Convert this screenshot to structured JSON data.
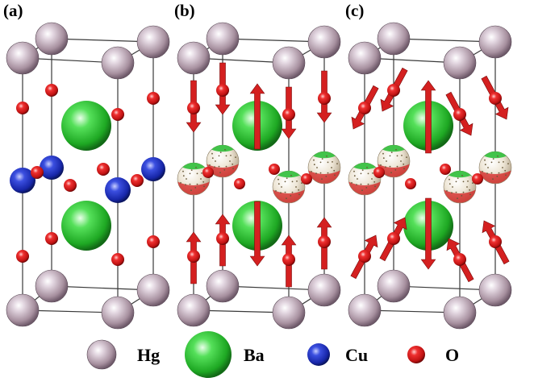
{
  "panels": [
    {
      "label": "(a)",
      "mode": "static"
    },
    {
      "label": "(b)",
      "mode": "vertical-arrows"
    },
    {
      "label": "(c)",
      "mode": "tilted-arrows"
    }
  ],
  "legend": [
    {
      "label": "Hg",
      "icon": "hg-atom-icon",
      "color": "#b9a4b6"
    },
    {
      "label": "Ba",
      "icon": "ba-atom-icon",
      "color": "#22c22a"
    },
    {
      "label": "Cu",
      "icon": "cu-atom-icon",
      "color": "#1b2fbf"
    },
    {
      "label": "O",
      "icon": "o-atom-icon",
      "color": "#d81818"
    }
  ],
  "colors": {
    "hg": "#b9a4b6",
    "ba": "#22c22a",
    "cu": "#1b2fbf",
    "o": "#d81818",
    "arrow": "#d42020",
    "bond": "#3a3a3a"
  }
}
